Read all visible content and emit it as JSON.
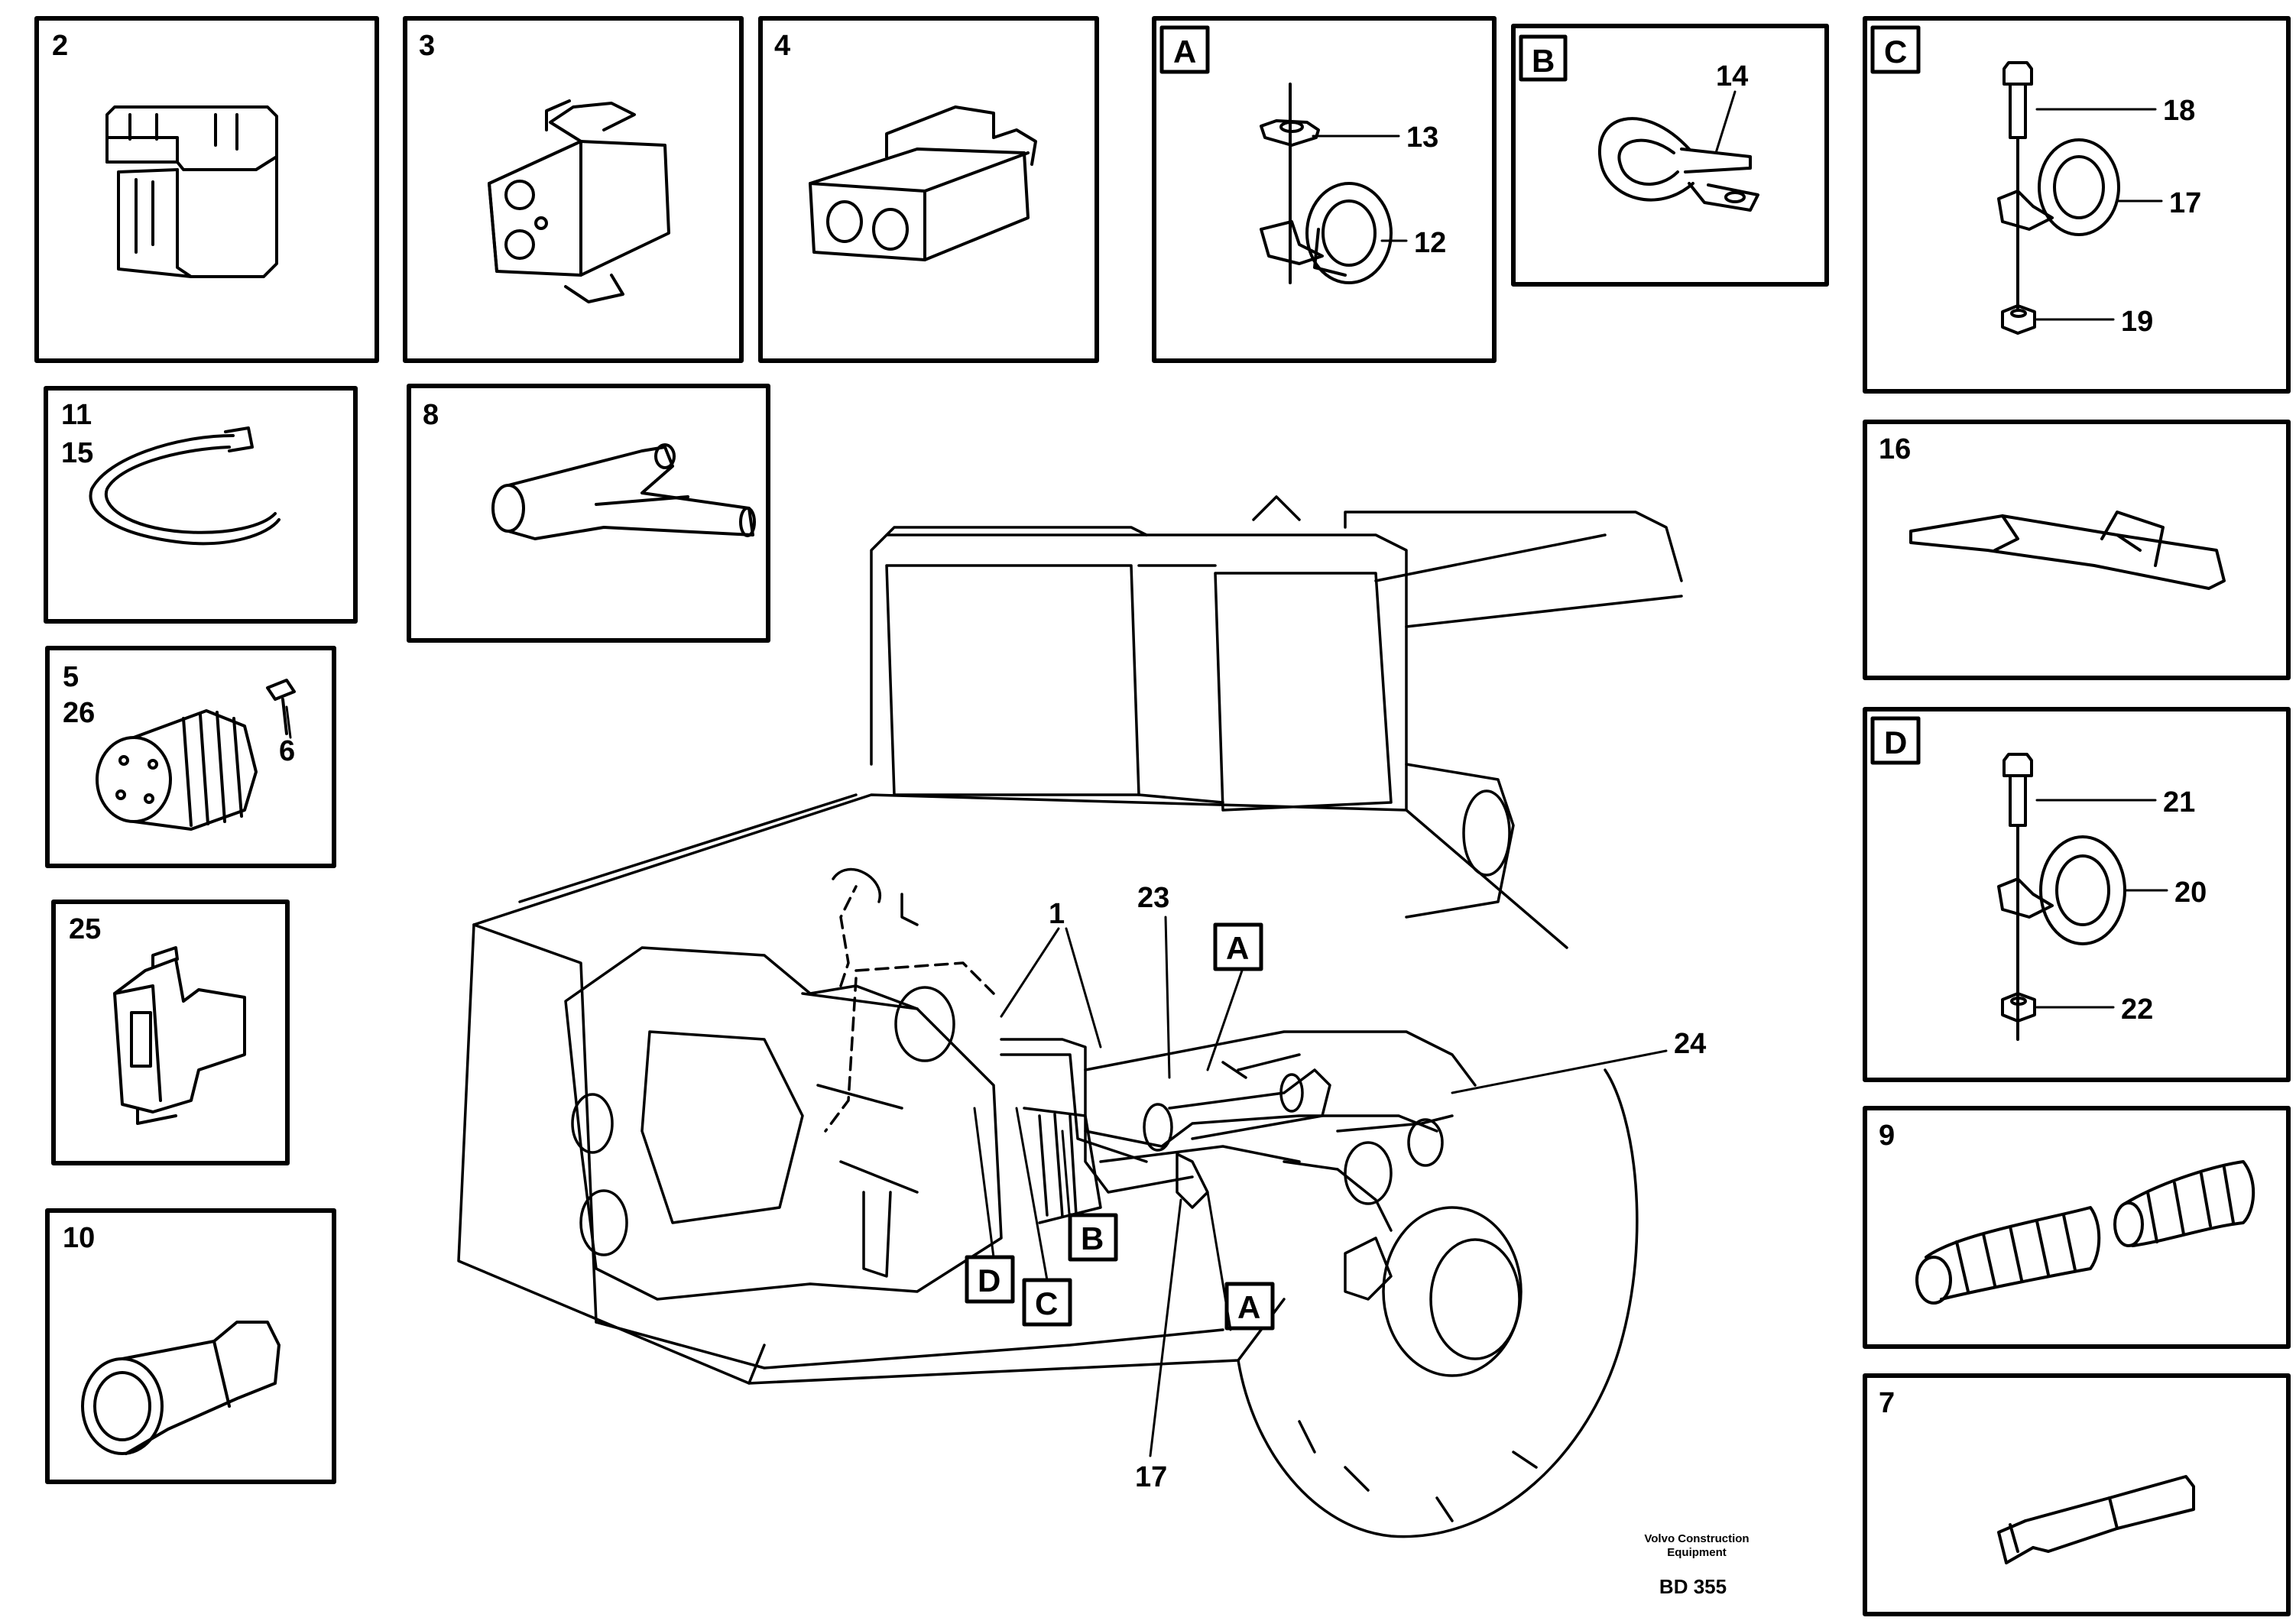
{
  "panels": [
    {
      "id": "p2",
      "labels": [
        "2"
      ]
    },
    {
      "id": "p3",
      "labels": [
        "3"
      ]
    },
    {
      "id": "p4",
      "labels": [
        "4"
      ]
    },
    {
      "id": "pA",
      "letter": "A",
      "callouts": [
        "13",
        "12"
      ]
    },
    {
      "id": "pB",
      "letter": "B",
      "callouts": [
        "14"
      ]
    },
    {
      "id": "pC",
      "letter": "C",
      "callouts": [
        "18",
        "17",
        "19"
      ]
    },
    {
      "id": "p11",
      "labels": [
        "11",
        "15"
      ]
    },
    {
      "id": "p8",
      "labels": [
        "8"
      ]
    },
    {
      "id": "p16",
      "labels": [
        "16"
      ]
    },
    {
      "id": "p5",
      "labels": [
        "5",
        "26"
      ],
      "callouts": [
        "6"
      ]
    },
    {
      "id": "pD",
      "letter": "D",
      "callouts": [
        "21",
        "20",
        "22"
      ]
    },
    {
      "id": "p25",
      "labels": [
        "25"
      ]
    },
    {
      "id": "p9",
      "labels": [
        "9"
      ]
    },
    {
      "id": "p10",
      "labels": [
        "10"
      ]
    },
    {
      "id": "p7",
      "labels": [
        "7"
      ]
    }
  ],
  "main": {
    "callouts": [
      "1",
      "23",
      "24",
      "17"
    ],
    "detail_refs": [
      "A",
      "A",
      "B",
      "C",
      "D"
    ]
  },
  "footer": {
    "company_line1": "Volvo Construction",
    "company_line2": "Equipment",
    "figure_id": "BD 355"
  }
}
